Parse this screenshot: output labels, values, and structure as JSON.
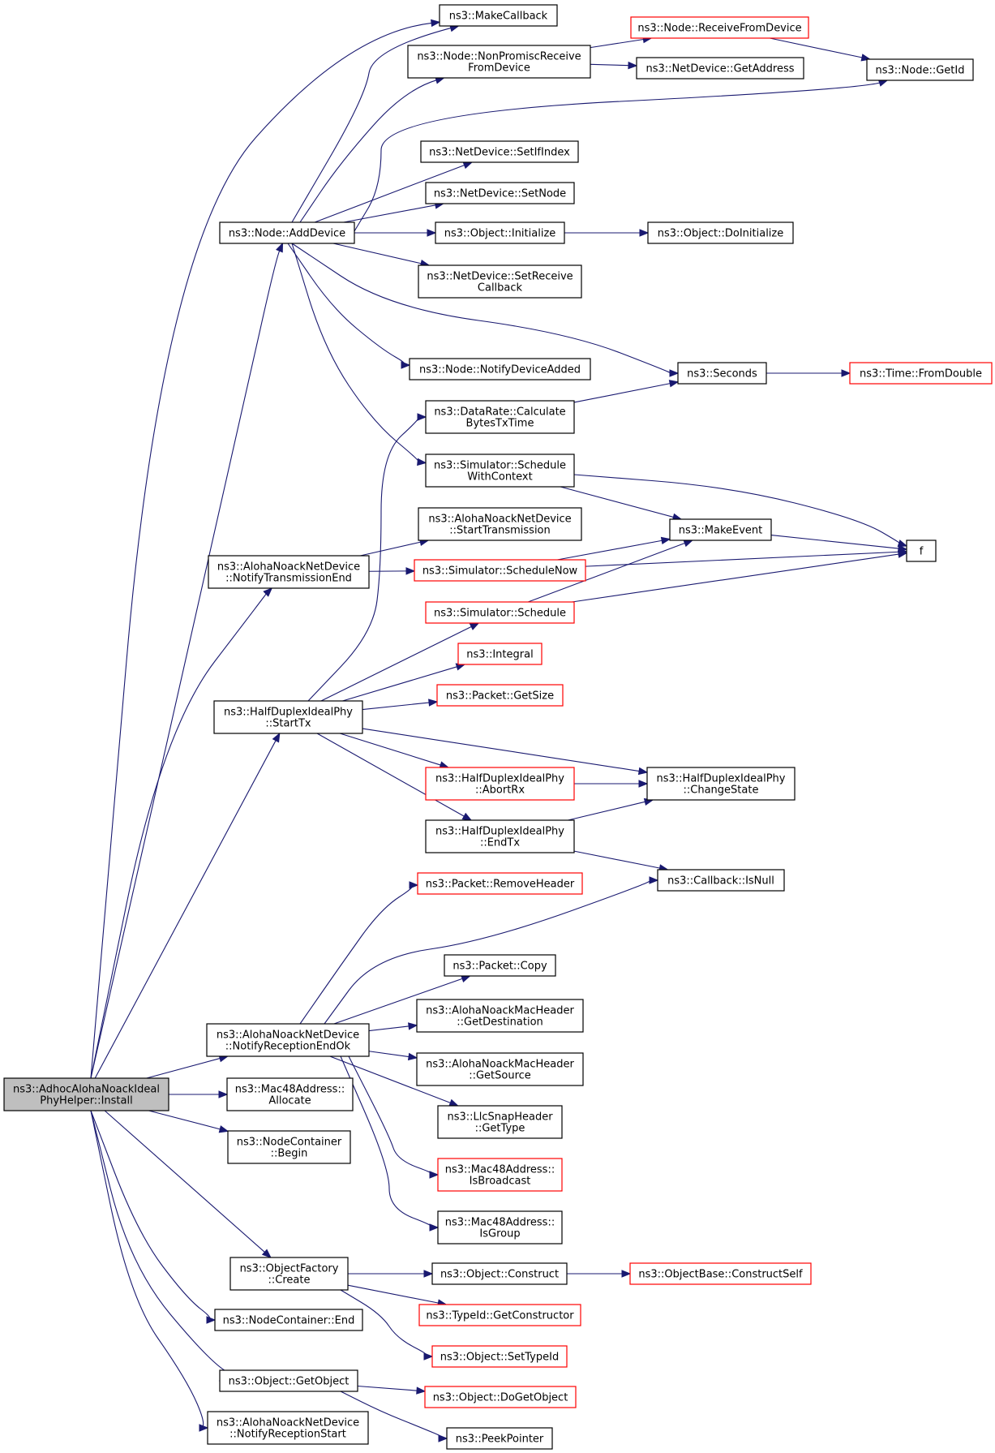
{
  "graph": {
    "type": "call-graph",
    "edge_color": "#191970",
    "truncated_border_color": "#ff0000",
    "root_fill_color": "#bfbfbf",
    "nodes": [
      {
        "id": "install",
        "lines": [
          "ns3::AdhocAlohaNoackIdeal",
          "PhyHelper::Install"
        ],
        "style": "root"
      },
      {
        "id": "makecallback",
        "lines": [
          "ns3::MakeCallback"
        ],
        "style": "normal"
      },
      {
        "id": "nonpromisc",
        "lines": [
          "ns3::Node::NonPromiscReceive",
          "FromDevice"
        ],
        "style": "normal"
      },
      {
        "id": "receivefromdevice",
        "lines": [
          "ns3::Node::ReceiveFromDevice"
        ],
        "style": "truncated"
      },
      {
        "id": "getaddress",
        "lines": [
          "ns3::NetDevice::GetAddress"
        ],
        "style": "normal"
      },
      {
        "id": "getid",
        "lines": [
          "ns3::Node::GetId"
        ],
        "style": "normal"
      },
      {
        "id": "setifindex",
        "lines": [
          "ns3::NetDevice::SetIfIndex"
        ],
        "style": "normal"
      },
      {
        "id": "setnode",
        "lines": [
          "ns3::NetDevice::SetNode"
        ],
        "style": "normal"
      },
      {
        "id": "adddevice",
        "lines": [
          "ns3::Node::AddDevice"
        ],
        "style": "normal"
      },
      {
        "id": "initialize",
        "lines": [
          "ns3::Object::Initialize"
        ],
        "style": "normal"
      },
      {
        "id": "doinitialize",
        "lines": [
          "ns3::Object::DoInitialize"
        ],
        "style": "normal"
      },
      {
        "id": "setreceivecallback",
        "lines": [
          "ns3::NetDevice::SetReceive",
          "Callback"
        ],
        "style": "normal"
      },
      {
        "id": "notifydeviceadded",
        "lines": [
          "ns3::Node::NotifyDeviceAdded"
        ],
        "style": "normal"
      },
      {
        "id": "seconds",
        "lines": [
          "ns3::Seconds"
        ],
        "style": "normal"
      },
      {
        "id": "fromdouble",
        "lines": [
          "ns3::Time::FromDouble"
        ],
        "style": "truncated"
      },
      {
        "id": "calcbytes",
        "lines": [
          "ns3::DataRate::Calculate",
          "BytesTxTime"
        ],
        "style": "normal"
      },
      {
        "id": "schedulewithcontext",
        "lines": [
          "ns3::Simulator::Schedule",
          "WithContext"
        ],
        "style": "normal"
      },
      {
        "id": "starttransmission",
        "lines": [
          "ns3::AlohaNoackNetDevice",
          "::StartTransmission"
        ],
        "style": "normal"
      },
      {
        "id": "makeevent",
        "lines": [
          "ns3::MakeEvent"
        ],
        "style": "normal"
      },
      {
        "id": "f",
        "lines": [
          "f"
        ],
        "style": "normal"
      },
      {
        "id": "notifytxend",
        "lines": [
          "ns3::AlohaNoackNetDevice",
          "::NotifyTransmissionEnd"
        ],
        "style": "normal"
      },
      {
        "id": "schedulenow",
        "lines": [
          "ns3::Simulator::ScheduleNow"
        ],
        "style": "truncated"
      },
      {
        "id": "schedule",
        "lines": [
          "ns3::Simulator::Schedule"
        ],
        "style": "truncated"
      },
      {
        "id": "integral",
        "lines": [
          "ns3::Integral"
        ],
        "style": "truncated"
      },
      {
        "id": "getsize",
        "lines": [
          "ns3::Packet::GetSize"
        ],
        "style": "truncated"
      },
      {
        "id": "starttx",
        "lines": [
          "ns3::HalfDuplexIdealPhy",
          "::StartTx"
        ],
        "style": "normal"
      },
      {
        "id": "abortrx",
        "lines": [
          "ns3::HalfDuplexIdealPhy",
          "::AbortRx"
        ],
        "style": "truncated"
      },
      {
        "id": "changestate",
        "lines": [
          "ns3::HalfDuplexIdealPhy",
          "::ChangeState"
        ],
        "style": "normal"
      },
      {
        "id": "endtx",
        "lines": [
          "ns3::HalfDuplexIdealPhy",
          "::EndTx"
        ],
        "style": "normal"
      },
      {
        "id": "isnull",
        "lines": [
          "ns3::Callback::IsNull"
        ],
        "style": "normal"
      },
      {
        "id": "removeheader",
        "lines": [
          "ns3::Packet::RemoveHeader"
        ],
        "style": "truncated"
      },
      {
        "id": "copy",
        "lines": [
          "ns3::Packet::Copy"
        ],
        "style": "normal"
      },
      {
        "id": "getdestination",
        "lines": [
          "ns3::AlohaNoackMacHeader",
          "::GetDestination"
        ],
        "style": "normal"
      },
      {
        "id": "notifyrxendok",
        "lines": [
          "ns3::AlohaNoackNetDevice",
          "::NotifyReceptionEndOk"
        ],
        "style": "normal"
      },
      {
        "id": "getsource",
        "lines": [
          "ns3::AlohaNoackMacHeader",
          "::GetSource"
        ],
        "style": "normal"
      },
      {
        "id": "gettype",
        "lines": [
          "ns3::LlcSnapHeader",
          "::GetType"
        ],
        "style": "normal"
      },
      {
        "id": "allocate",
        "lines": [
          "ns3::Mac48Address::",
          "Allocate"
        ],
        "style": "normal"
      },
      {
        "id": "isbroadcast",
        "lines": [
          "ns3::Mac48Address::",
          "IsBroadcast"
        ],
        "style": "truncated"
      },
      {
        "id": "begin",
        "lines": [
          "ns3::NodeContainer",
          "::Begin"
        ],
        "style": "normal"
      },
      {
        "id": "isgroup",
        "lines": [
          "ns3::Mac48Address::",
          "IsGroup"
        ],
        "style": "normal"
      },
      {
        "id": "create",
        "lines": [
          "ns3::ObjectFactory",
          "::Create"
        ],
        "style": "normal"
      },
      {
        "id": "construct",
        "lines": [
          "ns3::Object::Construct"
        ],
        "style": "normal"
      },
      {
        "id": "constructself",
        "lines": [
          "ns3::ObjectBase::ConstructSelf"
        ],
        "style": "truncated"
      },
      {
        "id": "getconstructor",
        "lines": [
          "ns3::TypeId::GetConstructor"
        ],
        "style": "truncated"
      },
      {
        "id": "end",
        "lines": [
          "ns3::NodeContainer::End"
        ],
        "style": "normal"
      },
      {
        "id": "settypeid",
        "lines": [
          "ns3::Object::SetTypeId"
        ],
        "style": "truncated"
      },
      {
        "id": "getobject",
        "lines": [
          "ns3::Object::GetObject"
        ],
        "style": "normal"
      },
      {
        "id": "dogetobject",
        "lines": [
          "ns3::Object::DoGetObject"
        ],
        "style": "truncated"
      },
      {
        "id": "notifyrxstart",
        "lines": [
          "ns3::AlohaNoackNetDevice",
          "::NotifyReceptionStart"
        ],
        "style": "normal"
      },
      {
        "id": "peekpointer",
        "lines": [
          "ns3::PeekPointer"
        ],
        "style": "normal"
      }
    ],
    "edges": [
      {
        "from": "install",
        "to": "makecallback"
      },
      {
        "from": "install",
        "to": "adddevice"
      },
      {
        "from": "install",
        "to": "notifytxend"
      },
      {
        "from": "install",
        "to": "starttx"
      },
      {
        "from": "install",
        "to": "notifyrxendok"
      },
      {
        "from": "install",
        "to": "allocate"
      },
      {
        "from": "install",
        "to": "begin"
      },
      {
        "from": "install",
        "to": "create"
      },
      {
        "from": "install",
        "to": "end"
      },
      {
        "from": "install",
        "to": "getobject"
      },
      {
        "from": "install",
        "to": "notifyrxstart"
      },
      {
        "from": "nonpromisc",
        "to": "receivefromdevice"
      },
      {
        "from": "nonpromisc",
        "to": "getaddress"
      },
      {
        "from": "receivefromdevice",
        "to": "getid"
      },
      {
        "from": "adddevice",
        "to": "makecallback"
      },
      {
        "from": "adddevice",
        "to": "nonpromisc"
      },
      {
        "from": "adddevice",
        "to": "getid"
      },
      {
        "from": "adddevice",
        "to": "setifindex"
      },
      {
        "from": "adddevice",
        "to": "setnode"
      },
      {
        "from": "adddevice",
        "to": "initialize"
      },
      {
        "from": "adddevice",
        "to": "setreceivecallback"
      },
      {
        "from": "adddevice",
        "to": "notifydeviceadded"
      },
      {
        "from": "adddevice",
        "to": "seconds"
      },
      {
        "from": "adddevice",
        "to": "schedulewithcontext"
      },
      {
        "from": "initialize",
        "to": "doinitialize"
      },
      {
        "from": "seconds",
        "to": "fromdouble"
      },
      {
        "from": "calcbytes",
        "to": "seconds"
      },
      {
        "from": "schedulewithcontext",
        "to": "makeevent"
      },
      {
        "from": "schedulewithcontext",
        "to": "f"
      },
      {
        "from": "makeevent",
        "to": "f"
      },
      {
        "from": "notifytxend",
        "to": "starttransmission"
      },
      {
        "from": "notifytxend",
        "to": "schedulenow"
      },
      {
        "from": "schedulenow",
        "to": "makeevent"
      },
      {
        "from": "schedulenow",
        "to": "f"
      },
      {
        "from": "schedule",
        "to": "makeevent"
      },
      {
        "from": "schedule",
        "to": "f"
      },
      {
        "from": "starttx",
        "to": "calcbytes"
      },
      {
        "from": "starttx",
        "to": "schedule"
      },
      {
        "from": "starttx",
        "to": "integral"
      },
      {
        "from": "starttx",
        "to": "getsize"
      },
      {
        "from": "starttx",
        "to": "abortrx"
      },
      {
        "from": "starttx",
        "to": "changestate"
      },
      {
        "from": "starttx",
        "to": "endtx"
      },
      {
        "from": "abortrx",
        "to": "changestate"
      },
      {
        "from": "endtx",
        "to": "changestate"
      },
      {
        "from": "endtx",
        "to": "isnull"
      },
      {
        "from": "notifyrxendok",
        "to": "removeheader"
      },
      {
        "from": "notifyrxendok",
        "to": "isnull"
      },
      {
        "from": "notifyrxendok",
        "to": "copy"
      },
      {
        "from": "notifyrxendok",
        "to": "getdestination"
      },
      {
        "from": "notifyrxendok",
        "to": "getsource"
      },
      {
        "from": "notifyrxendok",
        "to": "gettype"
      },
      {
        "from": "notifyrxendok",
        "to": "isbroadcast"
      },
      {
        "from": "notifyrxendok",
        "to": "isgroup"
      },
      {
        "from": "create",
        "to": "construct"
      },
      {
        "from": "create",
        "to": "getconstructor"
      },
      {
        "from": "create",
        "to": "settypeid"
      },
      {
        "from": "construct",
        "to": "constructself"
      },
      {
        "from": "getobject",
        "to": "dogetobject"
      },
      {
        "from": "getobject",
        "to": "peekpointer"
      }
    ]
  }
}
